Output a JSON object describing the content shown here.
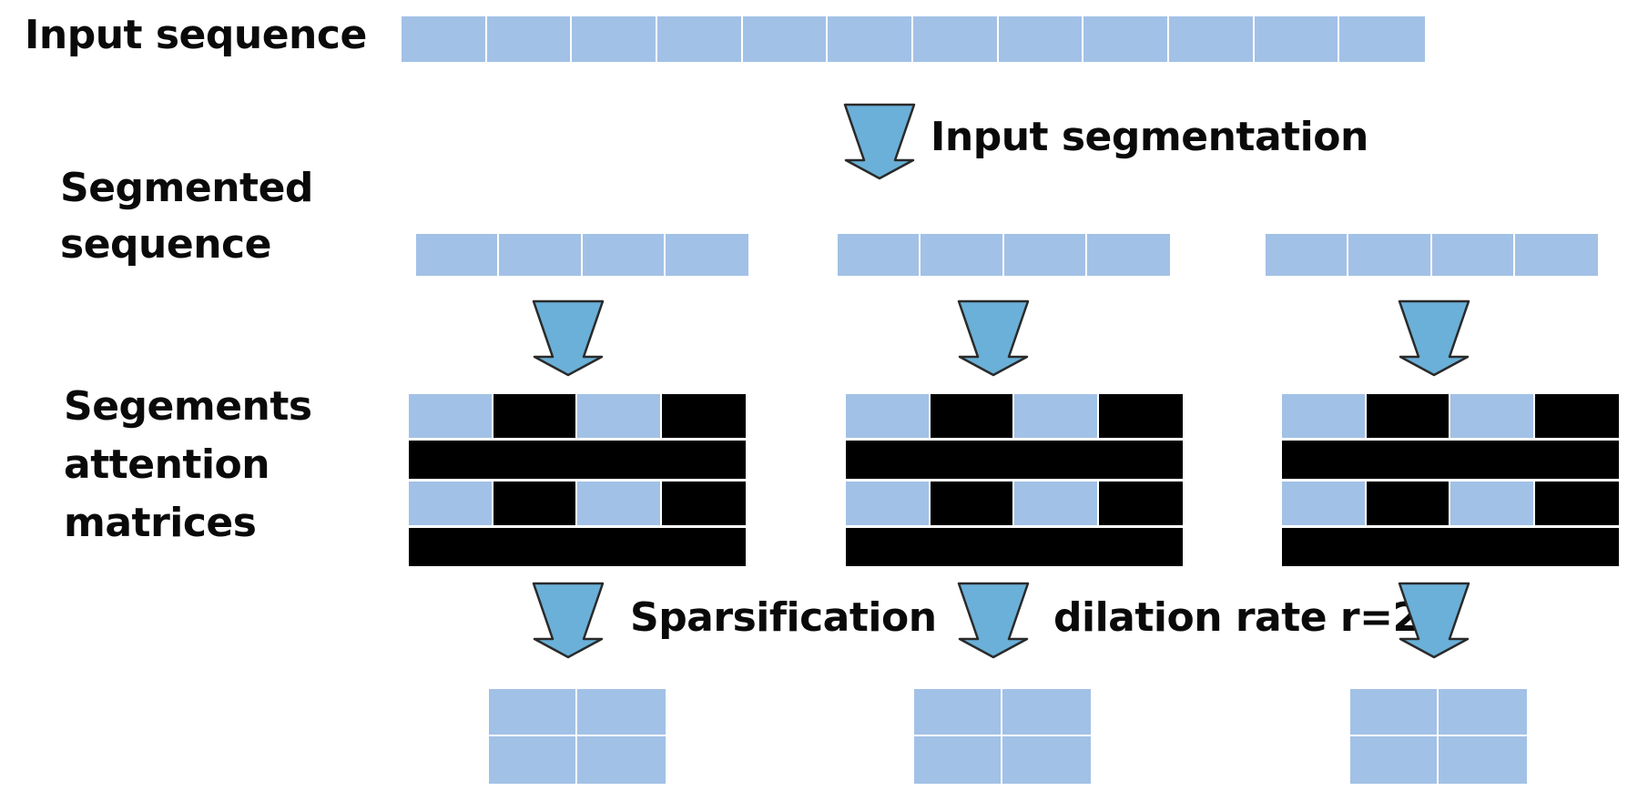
{
  "labels": {
    "input_sequence": "Input sequence",
    "input_segmentation": "Input segmentation",
    "segmented_sequence": [
      "Segmented",
      "sequence"
    ],
    "attention_matrices": [
      "Segements",
      "attention",
      "matrices"
    ],
    "sparsification": "Sparsification",
    "dilation_rate": "dilation rate r=2"
  },
  "colors": {
    "token": "#a2c1e6",
    "masked": "#000000",
    "arrow_fill": "#6ab0d8",
    "arrow_stroke": "#2a2a2a"
  },
  "input_tokens": 12,
  "segments": 3,
  "segment_tokens": 4,
  "attention_pattern": [
    [
      "token",
      "masked",
      "token",
      "masked"
    ],
    [
      "masked",
      "masked",
      "masked",
      "masked"
    ],
    [
      "token",
      "masked",
      "token",
      "masked"
    ],
    [
      "masked",
      "masked",
      "masked",
      "masked"
    ]
  ],
  "sparse_matrix": [
    [
      "token",
      "token"
    ],
    [
      "token",
      "token"
    ]
  ]
}
